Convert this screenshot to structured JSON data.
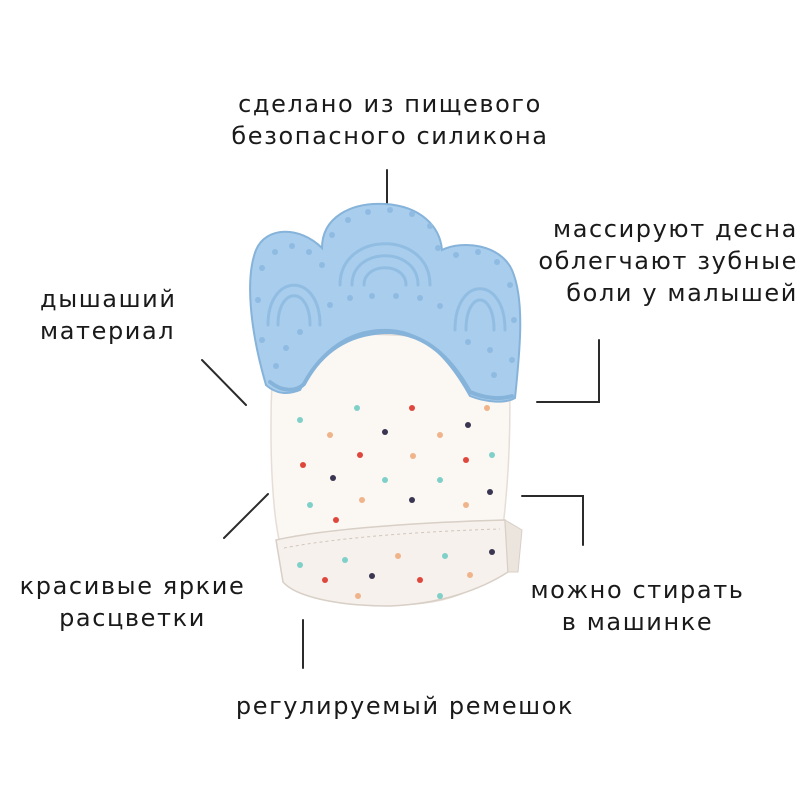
{
  "labels": {
    "top": [
      "сделано из пищевого",
      "безопасного силикона"
    ],
    "right_top": [
      "массируют десна",
      "облегчают зубные",
      "боли у малышей"
    ],
    "left_top": [
      "дышаший",
      "материал"
    ],
    "left_bottom": [
      "красивые яркие",
      "расцветки"
    ],
    "right_bottom": [
      "можно стирать",
      "в машинке"
    ],
    "bottom": [
      "регулируемый ремешок"
    ]
  },
  "colors": {
    "text": "#1a1a1a",
    "silicone": "#a9cdec",
    "silicone_dark": "#86b3da",
    "fabric": "#fbf7f3",
    "leader_line": "#2b2b2b"
  },
  "icons": {
    "product": "teething-mitten-illustration"
  }
}
